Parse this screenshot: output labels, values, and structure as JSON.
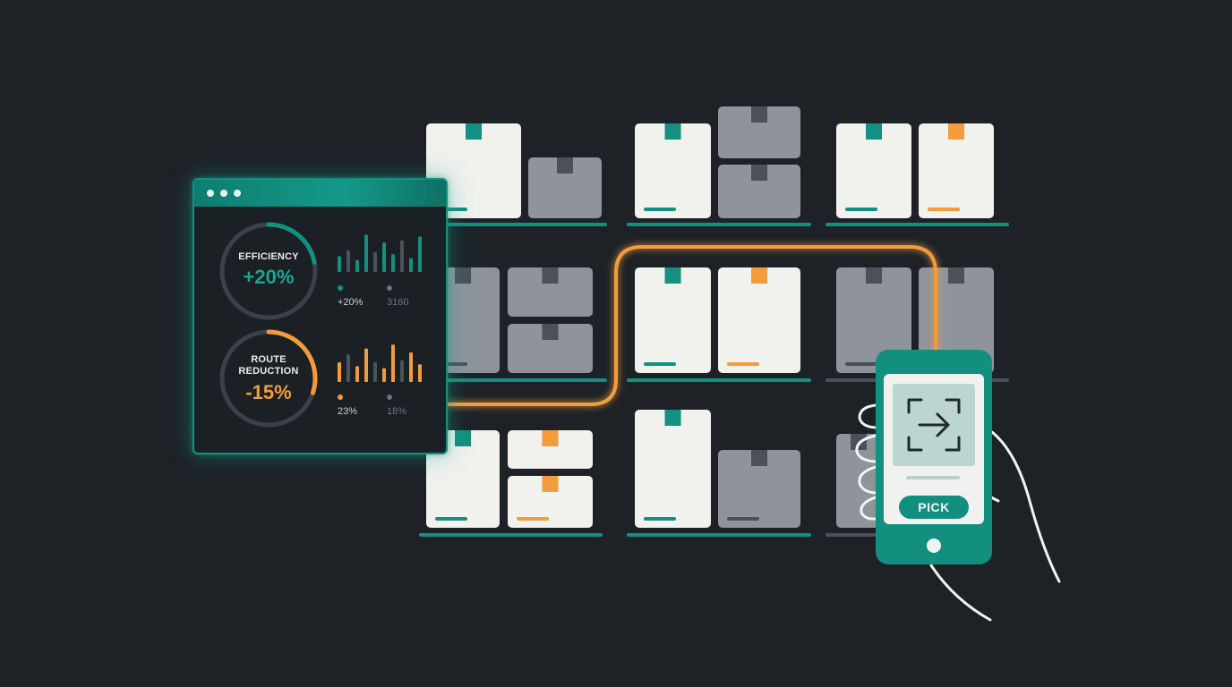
{
  "colors": {
    "background": "#1e2227",
    "teal": "#13907f",
    "orange": "#f39c3c",
    "box_light": "#f1f1ee",
    "box_gray": "#8f949b",
    "muted": "#6b747b"
  },
  "dashboard": {
    "efficiency": {
      "label_lines": [
        "EFFICIENCY"
      ],
      "value": "+20%",
      "ring_fill_fraction": 0.22,
      "bars": [
        0.4,
        0.55,
        0.3,
        0.95,
        0.5,
        0.75,
        0.45,
        0.8,
        0.35,
        0.9
      ],
      "legend": [
        {
          "text": "+20%",
          "muted": false
        },
        {
          "text": "3160",
          "muted": true
        }
      ]
    },
    "route_reduction": {
      "label_lines": [
        "ROUTE",
        "REDUCTION"
      ],
      "value": "-15%",
      "ring_fill_fraction": 0.3,
      "bars": [
        0.5,
        0.7,
        0.4,
        0.85,
        0.5,
        0.35,
        0.95,
        0.55,
        0.75,
        0.45
      ],
      "legend": [
        {
          "text": "23%",
          "muted": false
        },
        {
          "text": "18%",
          "muted": true
        }
      ]
    }
  },
  "phone": {
    "scan_icon": "scan-arrow-icon",
    "action_label": "PICK"
  }
}
